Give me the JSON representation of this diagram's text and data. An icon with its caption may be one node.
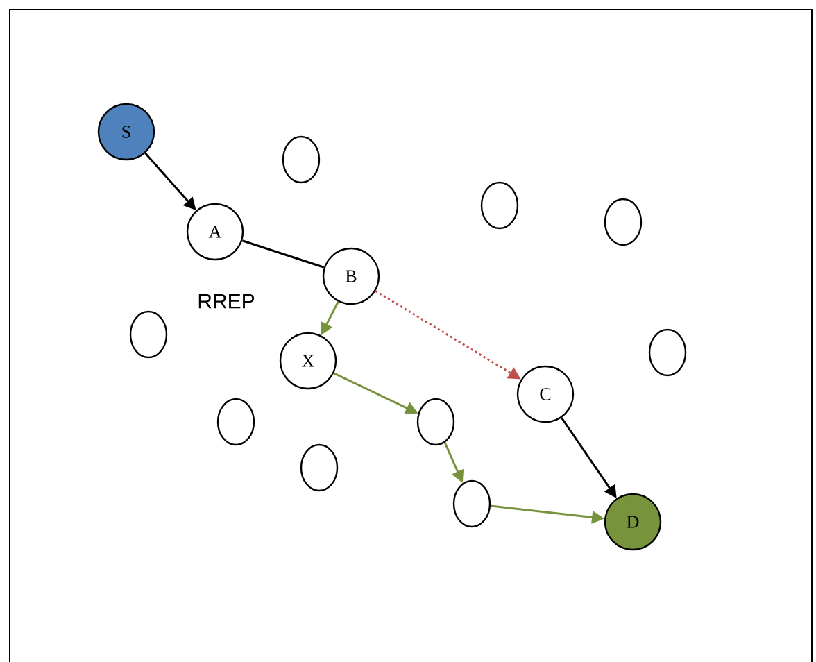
{
  "diagram": {
    "nodes": [
      {
        "text": [
          "S"
        ]
      },
      {
        "text": [],
        "shape": "circle"
      },
      {
        "text": [],
        "shape": "circle"
      },
      {
        "text": [],
        "shape": "circle"
      },
      {
        "text": [
          "A"
        ]
      },
      {
        "text": [
          "B"
        ]
      },
      {
        "text": [],
        "shape": "circle"
      },
      {
        "text": [],
        "shape": "circle"
      },
      {
        "text": [
          "X"
        ]
      },
      {
        "text": [
          "C"
        ]
      },
      {
        "text": [],
        "shape": "circle"
      },
      {
        "text": [],
        "shape": "circle"
      },
      {
        "text": [],
        "shape": "circle"
      },
      {
        "text": [],
        "shape": "circle"
      },
      {
        "text": [
          "D"
        ]
      }
    ],
    "edges": [
      {
        "from": 0,
        "to": 4,
        "arrow": "to",
        "color": "#000000"
      },
      {
        "from": 4,
        "to": 5,
        "arrow": "none",
        "color": "#000000"
      },
      {
        "from": 5,
        "to": 8,
        "arrow": "to",
        "color": "#77933c"
      },
      {
        "from": 5,
        "to": 9,
        "arrow": "to",
        "style": "dashed",
        "color": "#c0504d"
      },
      {
        "from": 8,
        "to": 11,
        "arrow": "to",
        "color": "#77933c"
      },
      {
        "from": 11,
        "to": 13,
        "arrow": "to",
        "color": "#77933c"
      },
      {
        "from": 13,
        "to": 14,
        "arrow": "to",
        "color": "#77933c"
      },
      {
        "from": 9,
        "to": 14,
        "arrow": "to",
        "color": "#000000"
      }
    ],
    "labels": [
      "RREP"
    ]
  }
}
